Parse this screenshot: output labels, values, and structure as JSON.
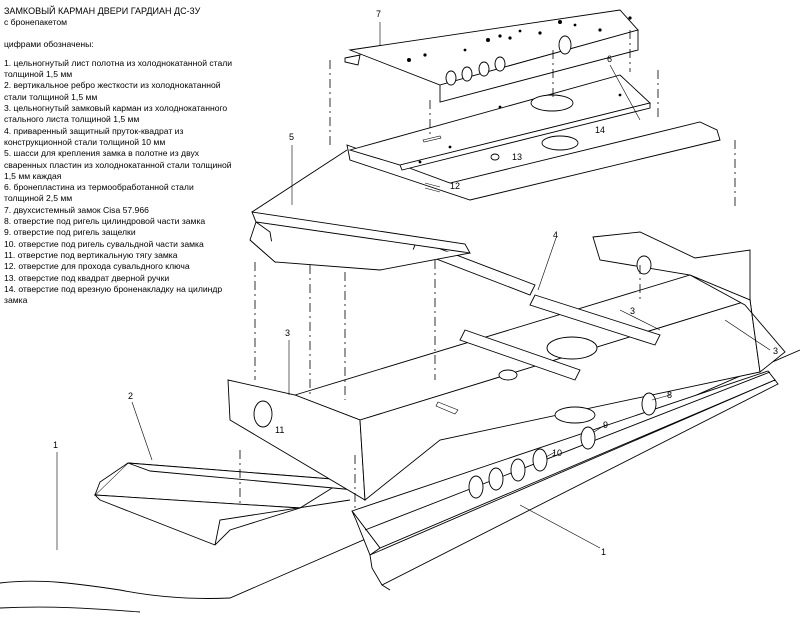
{
  "title": "ЗАМКОВЫЙ КАРМАН ДВЕРИ ГАРДИАН ДС-3У",
  "subtitle": "с бронепакетом",
  "legend_intro": "цифрами обозначены:",
  "legend": [
    "1. цельногнутый лист полотна из холоднокатанной стали толщиной 1,5 мм",
    "2. вертикальное ребро жесткости из холоднокатанной стали толщиной 1,5 мм",
    "3. цельногнутый замковый карман из холоднокатанного стального листа толщиной 1,5 мм",
    "4. приваренный защитный пруток-квадрат из конструкционной стали толщиной 10 мм",
    "5. шасси для крепления замка в полотне из двух сваренных пластин из холоднокатанной стали толщиной 1,5 мм каждая",
    "6. бронепластина из термообработанной стали толщиной 2,5 мм",
    "7. двухсистемный замок  Cisa 57.966",
    "8. отверстие под ригель цилиндровой части замка",
    "9. отверстие под ригель защелки",
    "10. отверстие под ригель сувальдной части замка",
    "11. отверстие под вертикальную тягу замка",
    "12. отверстие для прохода сувальдного ключа",
    "13. отверстие под квадрат дверной ручки",
    "14. отверстие под врезную броненакладку на цилиндр замка"
  ],
  "callouts": {
    "n1a": "1",
    "n1b": "1",
    "n2": "2",
    "n3a": "3",
    "n3b": "3",
    "n3c": "3",
    "n4": "4",
    "n5": "5",
    "n6": "6",
    "n7": "7",
    "n8": "8",
    "n9": "9",
    "n10": "10",
    "n11": "11",
    "n12": "12",
    "n13": "13",
    "n14": "14"
  }
}
